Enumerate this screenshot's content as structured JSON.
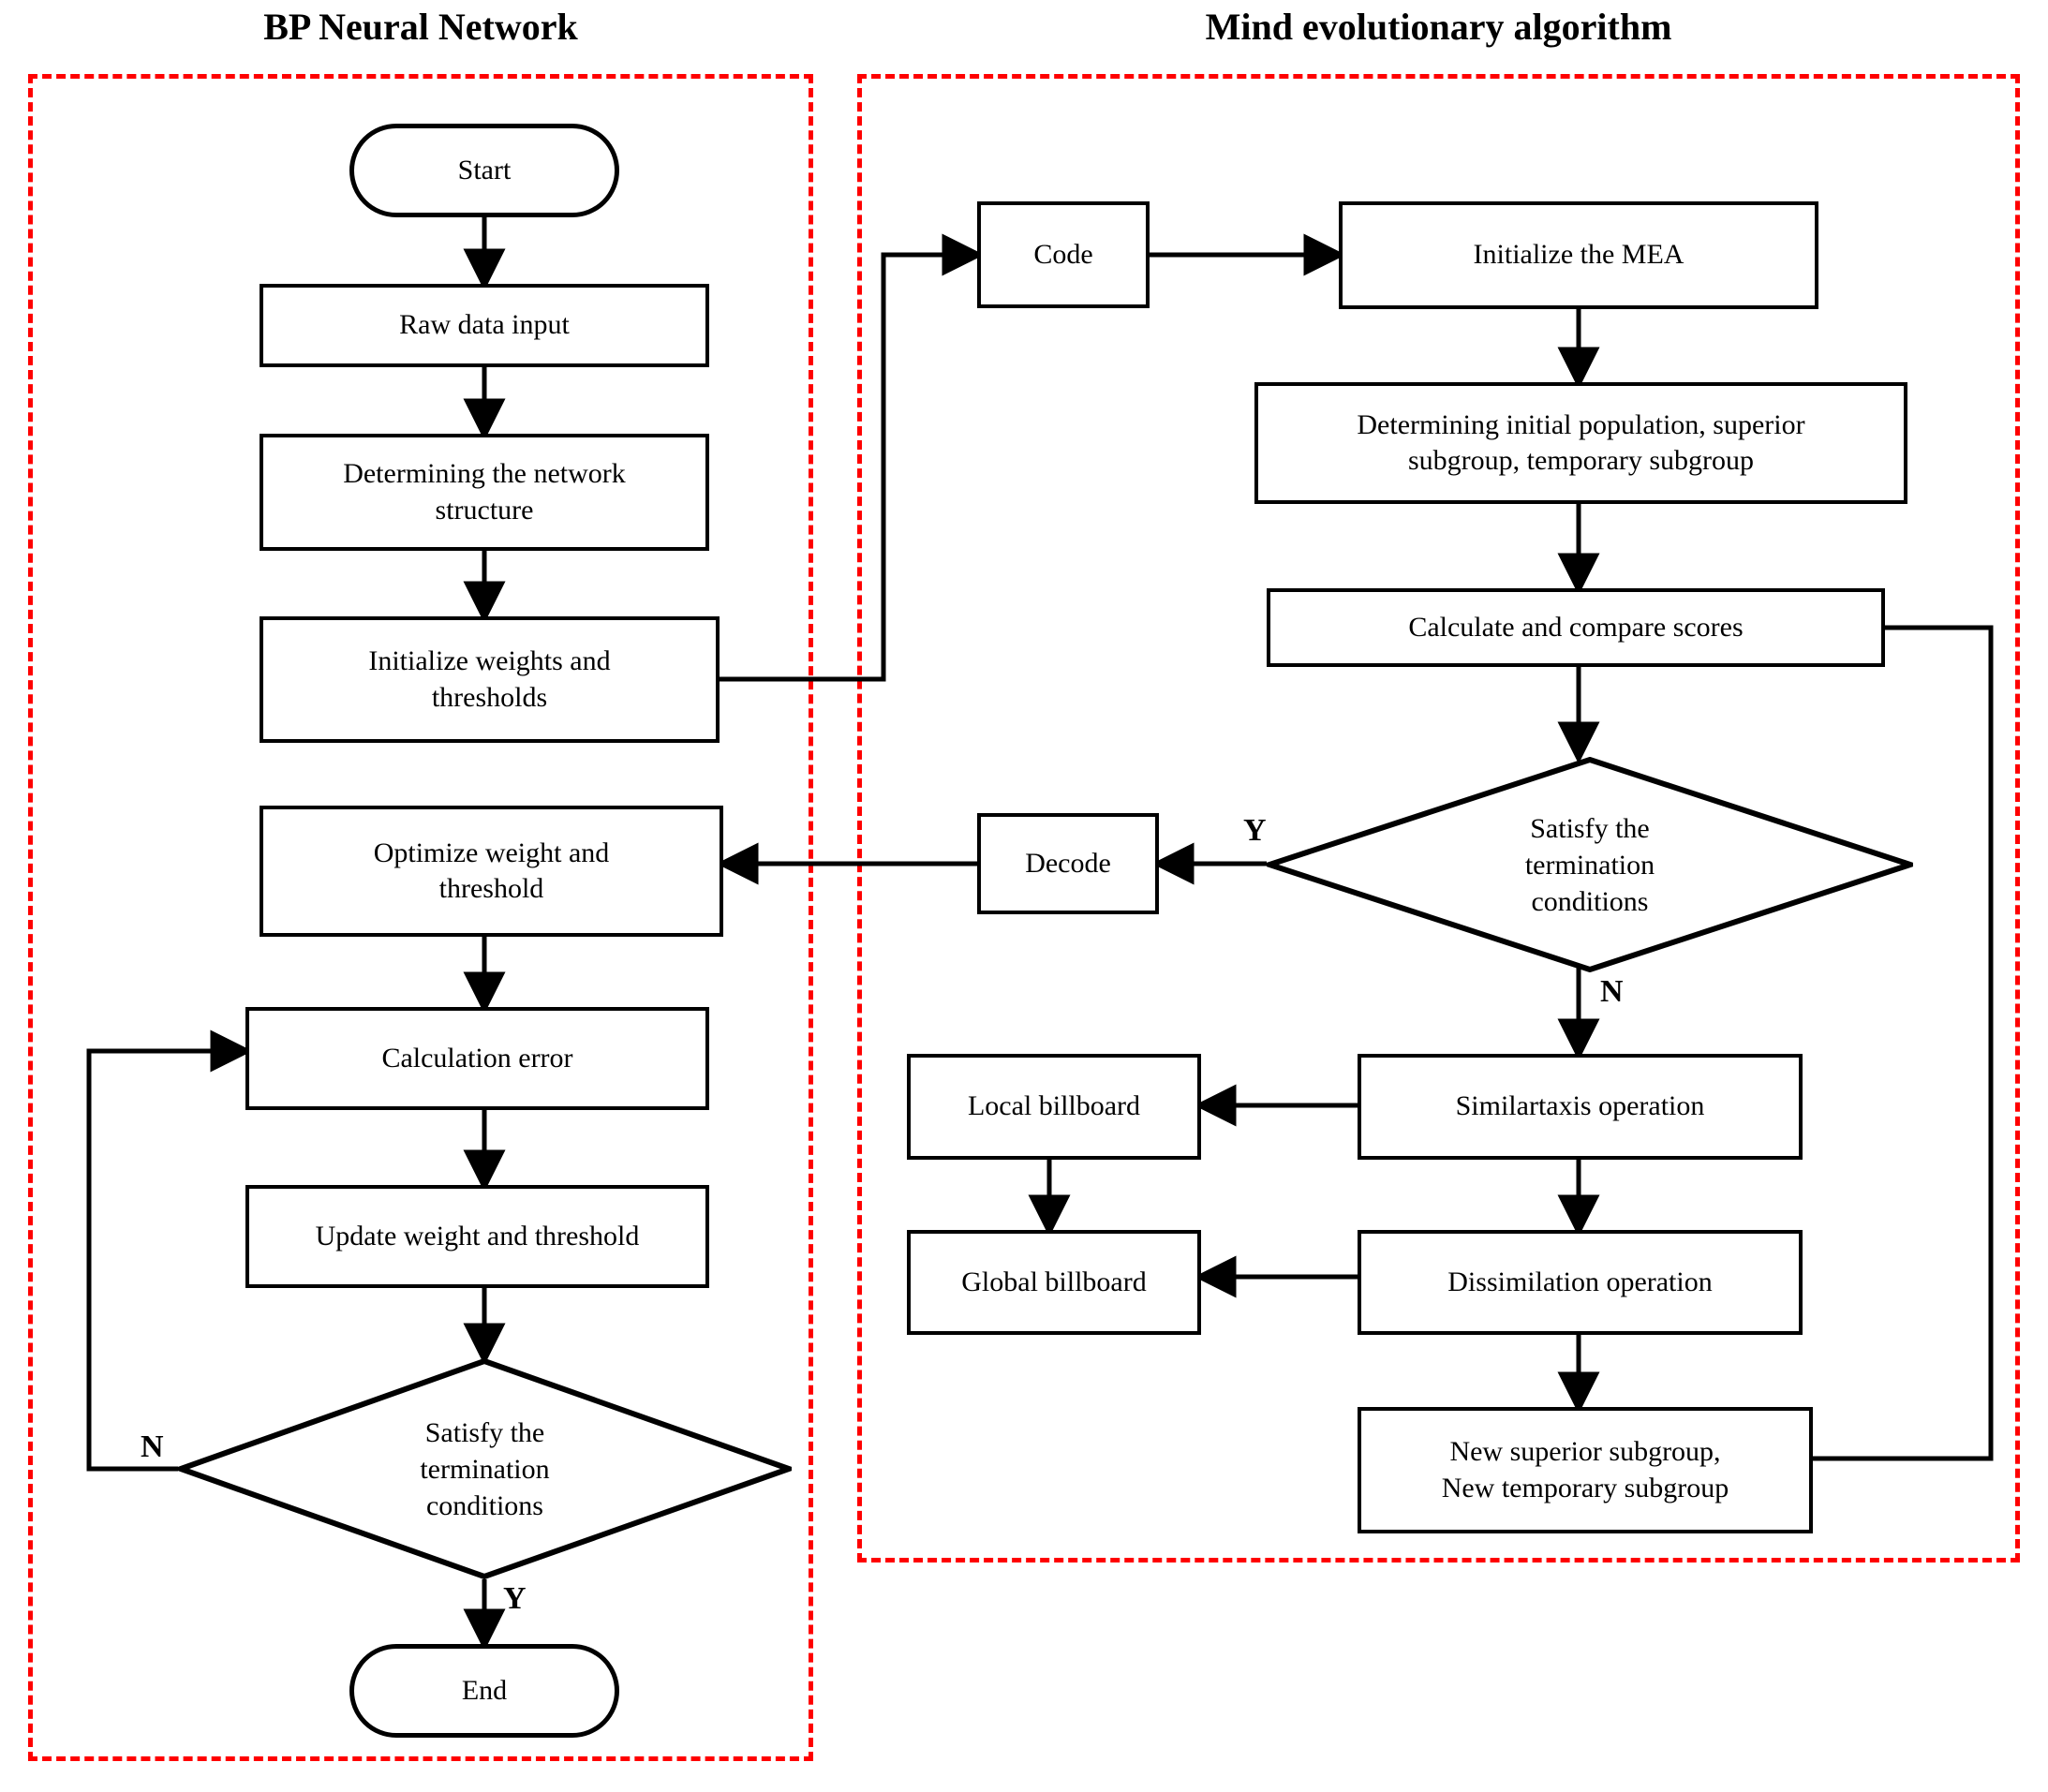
{
  "titles": {
    "left": "BP Neural Network",
    "right": "Mind evolutionary algorithm"
  },
  "colors": {
    "panel_border": "#ff0000",
    "node_border": "#000000",
    "node_fill": "#ffffff",
    "text": "#000000"
  },
  "left_panel": {
    "nodes": {
      "start": "Start",
      "raw_data_input": "Raw data input",
      "determining_network_structure": "Determining the network\nstructure",
      "initialize_weights_thresholds": "Initialize weights and\nthresholds",
      "optimize_weight_threshold": "Optimize weight and\nthreshold",
      "calculation_error": "Calculation error",
      "update_weight_threshold": "Update weight and threshold",
      "satisfy_termination": "Satisfy the\ntermination\nconditions",
      "end": "End"
    },
    "edge_labels": {
      "no": "N",
      "yes": "Y"
    }
  },
  "right_panel": {
    "nodes": {
      "code": "Code",
      "initialize_mea": "Initialize the MEA",
      "determining_initial_population": "Determining initial population, superior\nsubgroup, temporary subgroup",
      "calculate_compare_scores": "Calculate and compare scores",
      "satisfy_termination": "Satisfy the\ntermination\nconditions",
      "decode": "Decode",
      "similartaxis_operation": "Similartaxis operation",
      "dissimilation_operation": "Dissimilation operation",
      "local_billboard": "Local billboard",
      "global_billboard": "Global billboard",
      "new_subgroups": "New superior subgroup,\nNew temporary subgroup"
    },
    "edge_labels": {
      "yes": "Y",
      "no": "N"
    }
  }
}
